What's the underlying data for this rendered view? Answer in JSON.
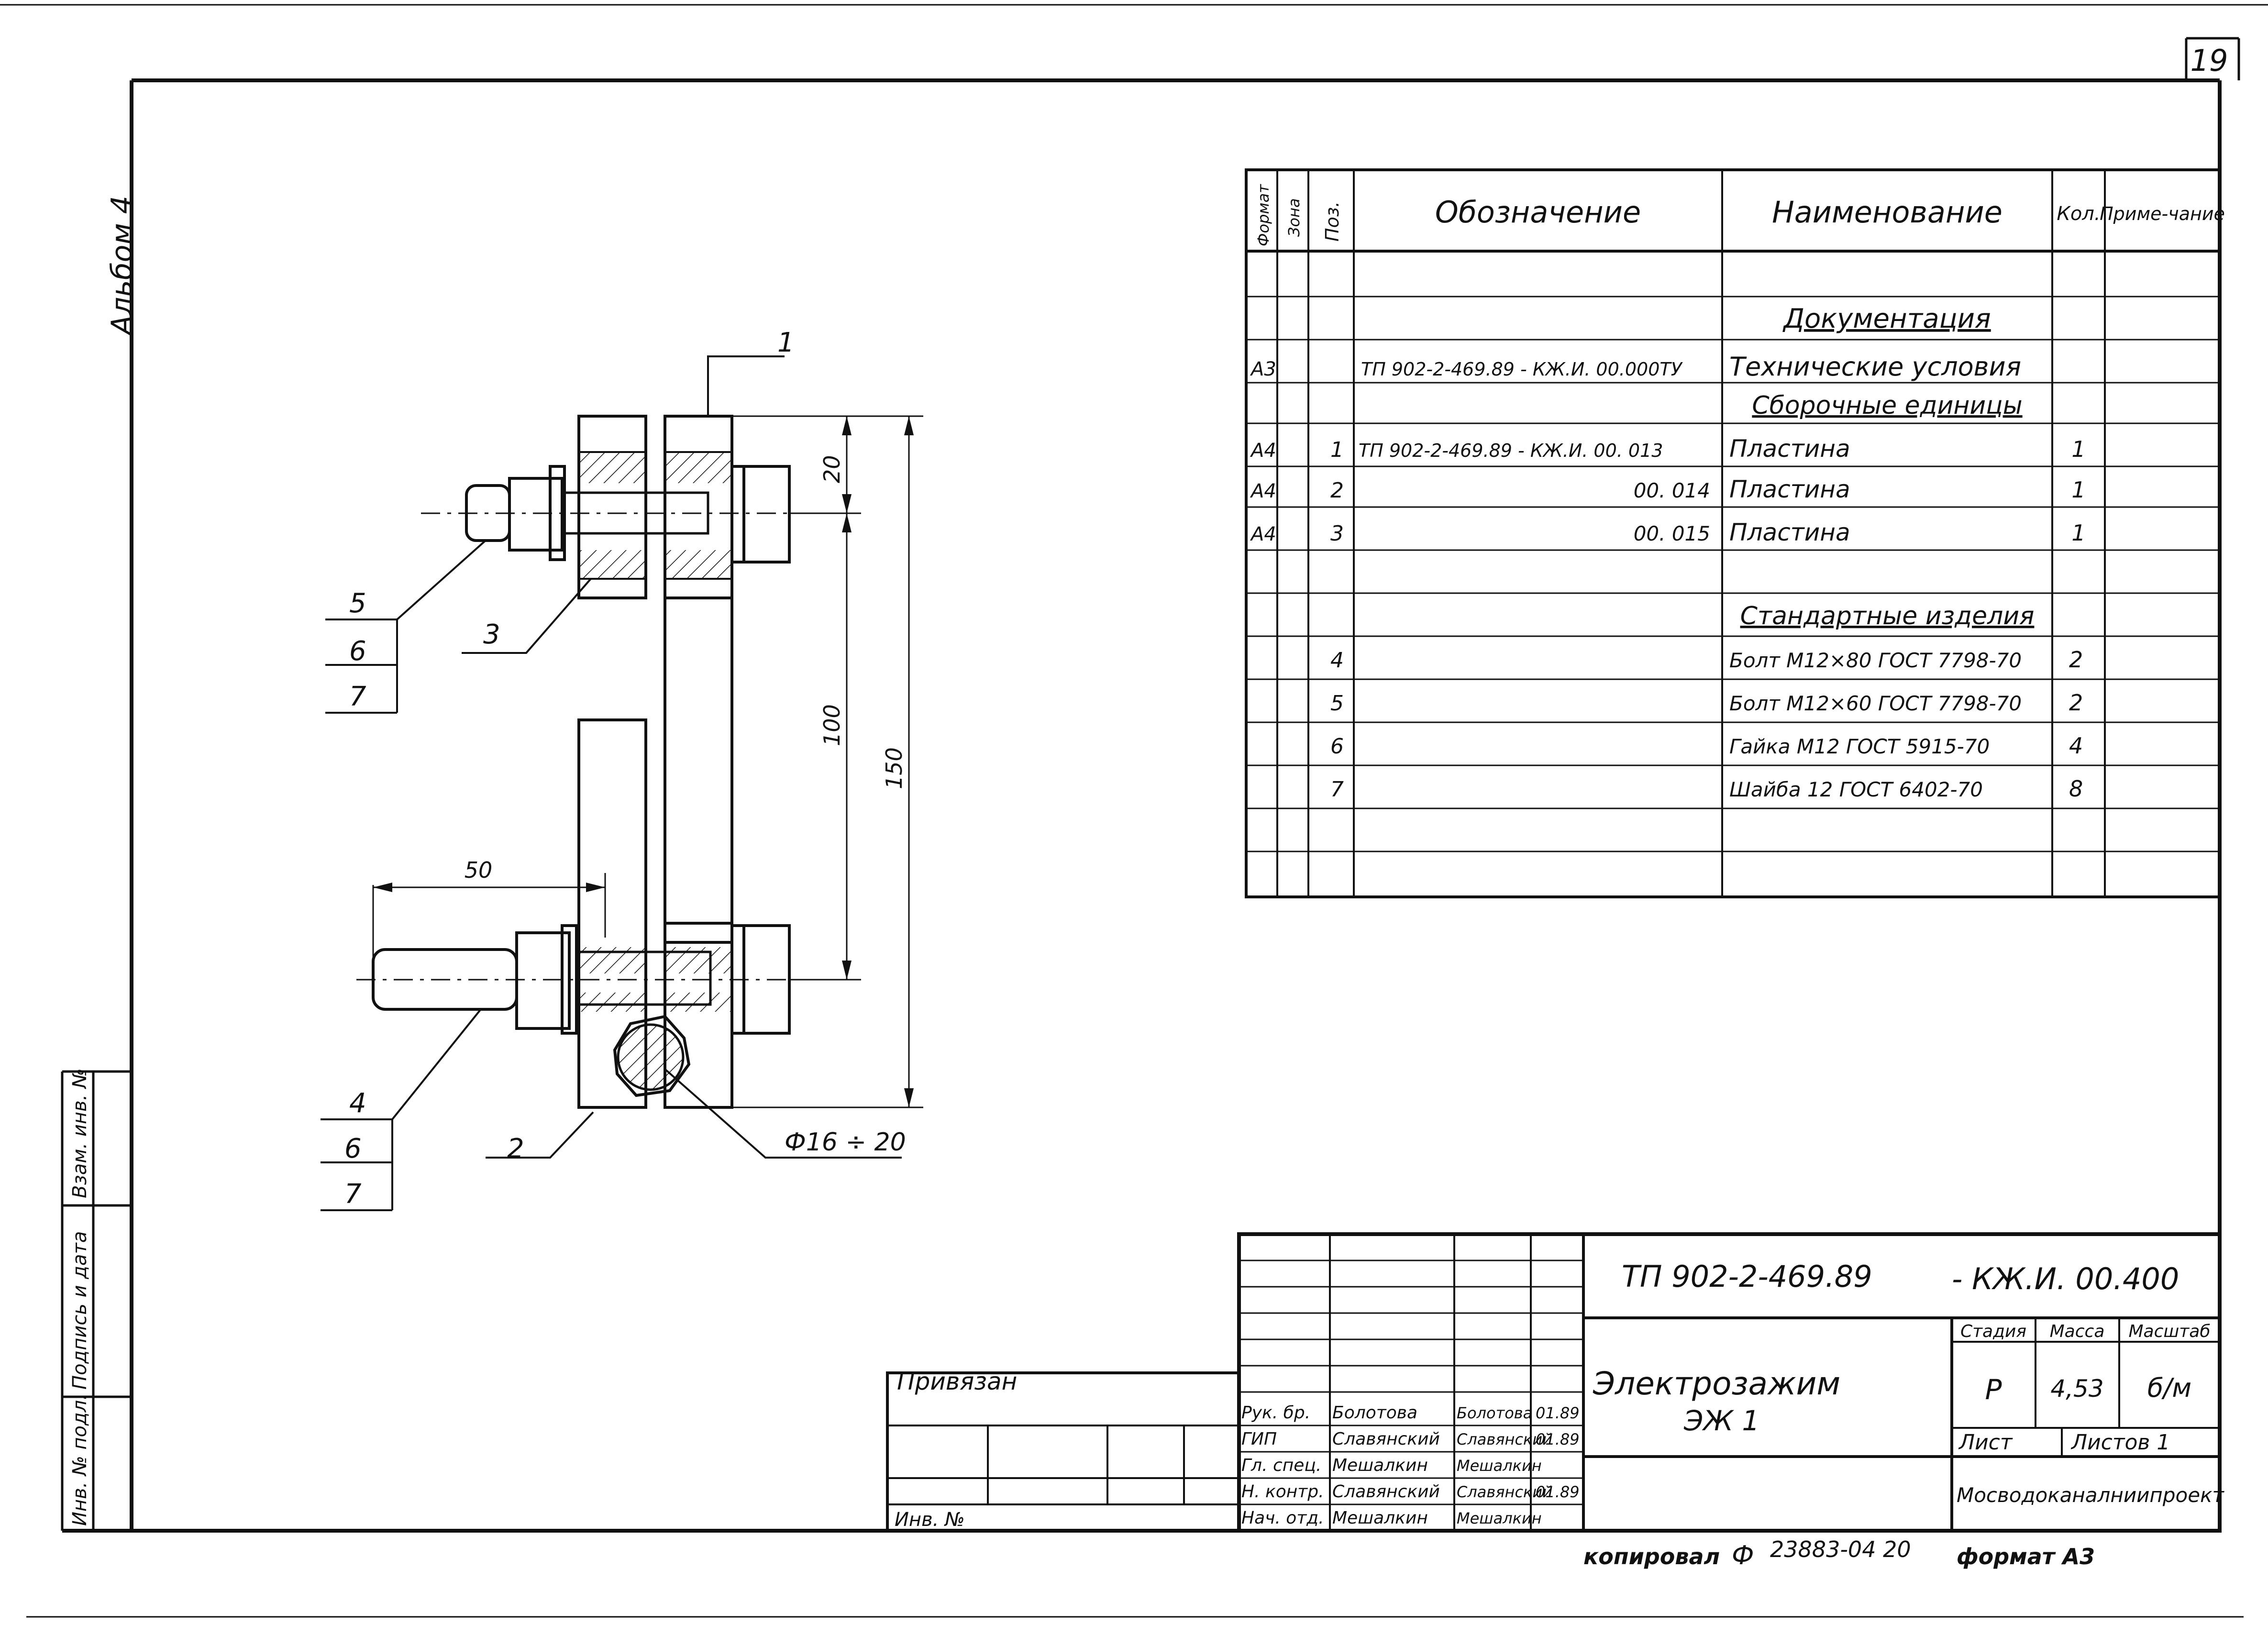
{
  "sheet": {
    "page_number": "19",
    "album_label": "Альбом 4",
    "side_stamp": [
      "Инв. № подл.",
      "Подпись и дата",
      "Взам. инв. №"
    ]
  },
  "spec_table": {
    "headers": {
      "format": "Формат",
      "zone": "Зона",
      "pos": "Поз.",
      "designation": "Обозначение",
      "name": "Наименование",
      "qty": "Кол.",
      "note": "Приме-чание"
    },
    "rows": [
      {
        "format": "",
        "pos": "",
        "designation": "",
        "name": "",
        "qty": ""
      },
      {
        "format": "",
        "pos": "",
        "designation": "",
        "name": "Документация",
        "qty": ""
      },
      {
        "format": "А3",
        "pos": "",
        "designation": "ТП 902-2-469.89 - КЖ.И. 00.000ТУ",
        "name": "Технические условия",
        "qty": ""
      },
      {
        "format": "",
        "pos": "",
        "designation": "",
        "name": "Сборочные единицы",
        "qty": ""
      },
      {
        "format": "А4",
        "pos": "1",
        "designation": "ТП 902-2-469.89 - КЖ.И. 00. 013",
        "name": "Пластина",
        "qty": "1"
      },
      {
        "format": "А4",
        "pos": "2",
        "designation": "00. 014",
        "name": "Пластина",
        "qty": "1"
      },
      {
        "format": "А4",
        "pos": "3",
        "designation": "00. 015",
        "name": "Пластина",
        "qty": "1"
      },
      {
        "format": "",
        "pos": "",
        "designation": "",
        "name": "",
        "qty": ""
      },
      {
        "format": "",
        "pos": "",
        "designation": "",
        "name": "Стандартные изделия",
        "qty": ""
      },
      {
        "format": "",
        "pos": "4",
        "designation": "",
        "name": "Болт М12×80 ГОСТ 7798-70",
        "qty": "2"
      },
      {
        "format": "",
        "pos": "5",
        "designation": "",
        "name": "Болт М12×60 ГОСТ 7798-70",
        "qty": "2"
      },
      {
        "format": "",
        "pos": "6",
        "designation": "",
        "name": "Гайка М12 ГОСТ 5915-70",
        "qty": "4"
      },
      {
        "format": "",
        "pos": "7",
        "designation": "",
        "name": "Шайба 12 ГОСТ 6402-70",
        "qty": "8"
      },
      {
        "format": "",
        "pos": "",
        "designation": "",
        "name": "",
        "qty": ""
      },
      {
        "format": "",
        "pos": "",
        "designation": "",
        "name": "",
        "qty": ""
      }
    ]
  },
  "drawing": {
    "callouts": {
      "c1": "1",
      "c2": "2",
      "c3": "3",
      "c4": "4",
      "c5": "5",
      "c6a": "6",
      "c7a": "7",
      "c6b": "6",
      "c7b": "7"
    },
    "dimensions": {
      "d20": "20",
      "d100": "100",
      "d150": "150",
      "d50": "50",
      "diameter": "Ф16 ÷ 20"
    }
  },
  "title_block": {
    "project_code": "ТП 902-2-469.89",
    "doc_code": "- КЖ.И. 00.400",
    "product_name": "Электрозажим",
    "product_code": "ЭЖ 1",
    "stage_label": "Стадия",
    "mass_label": "Масса",
    "scale_label": "Масштаб",
    "stage_value": "Р",
    "mass_value": "4,53",
    "scale_value": "б/м",
    "sheet_label": "Лист",
    "sheets_label": "Листов 1",
    "organization": "Мосводоканалниипроект",
    "attached_label": "Привязан",
    "inv_label": "Инв. №",
    "signatures": [
      {
        "role": "Рук. бр.",
        "name": "Болотова",
        "sign": "Болотова",
        "date": "01.89"
      },
      {
        "role": "ГИП",
        "name": "Славянский",
        "sign": "Славянский",
        "date": "01.89"
      },
      {
        "role": "Гл. спец.",
        "name": "Мешалкин",
        "sign": "Мешалкин",
        "date": ""
      },
      {
        "role": "Н. контр.",
        "name": "Славянский",
        "sign": "Славянский",
        "date": "01.89"
      },
      {
        "role": "Нач. отд.",
        "name": "Мешалкин",
        "sign": "Мешалкин",
        "date": ""
      }
    ]
  },
  "footer": {
    "copied_label": "копировал",
    "copied_sign": "Ф",
    "order_number": "23883-04 20",
    "format_label": "формат А3"
  }
}
